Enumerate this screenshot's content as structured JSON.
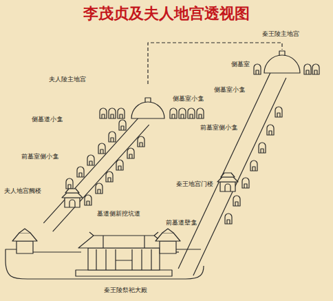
{
  "diagram": {
    "title": "李茂贞及夫人地宫透视图",
    "labels": [
      "秦王陵主地宫",
      "侧墓室",
      "夫人陵主地宫",
      "侧墓室小龛",
      "侧墓室小龛",
      "侧墓道小龛",
      "前墓室侧小龛",
      "前墓室侧小龛",
      "秦王地宫门楼",
      "夫人地宫阙楼",
      "墓道侧新挖坑道",
      "前墓道壁龛",
      "秦王陵祭祀大殿"
    ]
  }
}
